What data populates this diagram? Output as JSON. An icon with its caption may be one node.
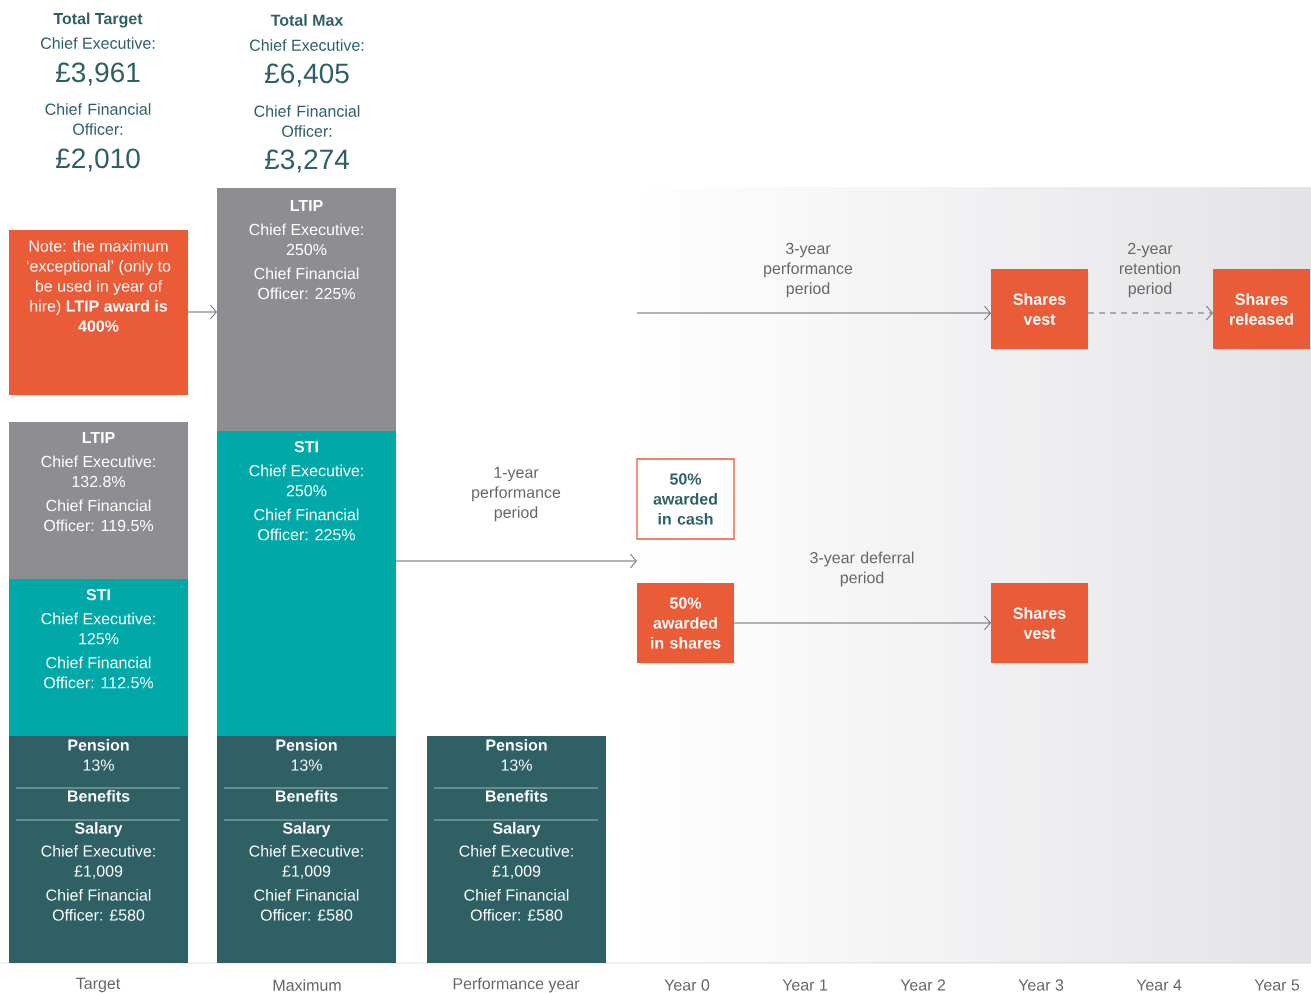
{
  "diagram": {
    "nodes": [
      {
        "text": [
          "Note: the maximum ‘exceptional’ (only to be used in year of hire) **LTIP award is 400%**"
        ]
      },
      {
        "text": [
          "LTIP",
          "Chief Executive: 250%",
          "Chief Financial Officer: 225%"
        ]
      },
      {
        "text": [
          "LTIP",
          "Chief Executive: 132.8%",
          "Chief Financial Officer: 119.5%"
        ]
      },
      {
        "text": [
          "STI",
          "Chief Executive: 250%",
          "Chief Financial Officer: 225%"
        ]
      },
      {
        "text": [
          "STI",
          "Chief Executive: 125%",
          "Chief Financial Officer: 112.5%"
        ]
      },
      {
        "text": [
          "Pension",
          "13%",
          "Benefits",
          "Salary",
          "Chief Executive: £1,009",
          "Chief Financial Officer: £580"
        ]
      },
      {
        "text": [
          "Pension",
          "13%",
          "Benefits",
          "Salary",
          "Chief Executive: £1,009",
          "Chief Financial Officer: £580"
        ]
      },
      {
        "text": [
          "Pension",
          "13%",
          "Benefits",
          "Salary",
          "Chief Executive: £1,009",
          "Chief Financial Officer: £580"
        ]
      },
      {
        "text": [
          "Shares vest"
        ]
      },
      {
        "text": [
          "Shares released"
        ]
      },
      {
        "text": [
          "50% awarded in cash"
        ]
      },
      {
        "text": [
          "50% awarded in shares"
        ]
      },
      {
        "text": [
          "Shares vest"
        ]
      }
    ],
    "edges": [
      {
        "from": 0,
        "to": 1,
        "arrow": "to"
      },
      {
        "from": null,
        "to": 8,
        "arrow": "to",
        "label": "3-year performance period"
      },
      {
        "from": 8,
        "to": 9,
        "arrow": "to",
        "label": "2-year retention period",
        "style": "dashed"
      },
      {
        "from": 3,
        "to": 10,
        "arrow": "to",
        "label": "1-year performance period"
      },
      {
        "from": 3,
        "to": 11,
        "arrow": "to"
      },
      {
        "from": 11,
        "to": 12,
        "arrow": "to",
        "label": "3-year deferral period"
      }
    ],
    "labels": [
      "Total Target",
      "Chief Executive:",
      "£3,961",
      "Chief Financial Officer:",
      "£2,010",
      "Total Max",
      "Chief Executive:",
      "£6,405",
      "Chief Financial Officer:",
      "£3,274",
      "Target",
      "Maximum",
      "Performance year",
      "Year 0",
      "Year 1",
      "Year 2",
      "Year 3",
      "Year 4",
      "Year 5"
    ]
  }
}
